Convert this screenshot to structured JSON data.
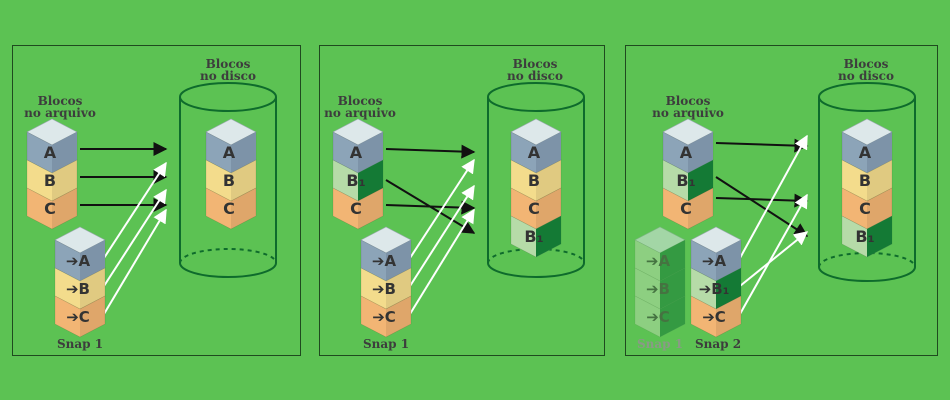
{
  "colors": {
    "background": "#5cc253",
    "top_light": "#dde8ea",
    "side_dark": "#7d93a8",
    "block_a": "#8ca4b8",
    "block_b": "#f3dc8c",
    "block_c": "#f2b574",
    "block_b1": "#b6dba8",
    "block_b1_dark": "#147a35",
    "cylinder": "#0e6b2c",
    "arrow_black": "#111111",
    "arrow_white": "#ffffff"
  },
  "labels": {
    "file_blocks_line1": "Blocos",
    "file_blocks_line2": "no arquivo",
    "disk_blocks_line1": "Blocos",
    "disk_blocks_line2": "no disco",
    "snap1": "Snap 1",
    "snap2": "Snap 2"
  },
  "blocks": {
    "a": "A",
    "b": "B",
    "c": "C",
    "b1": "B₁",
    "ref_a": "➔A",
    "ref_b": "➔B",
    "ref_c": "➔C",
    "ref_b1": "➔B₁"
  },
  "panels": [
    {
      "id": "panel-1",
      "file_stack": [
        "a",
        "b",
        "c"
      ],
      "disk_stack": [
        "a",
        "b",
        "c"
      ],
      "snapshots": [
        "snap1"
      ]
    },
    {
      "id": "panel-2",
      "file_stack": [
        "a",
        "b1",
        "c"
      ],
      "disk_stack": [
        "a",
        "b",
        "c",
        "b1"
      ],
      "snapshots": [
        "snap1"
      ]
    },
    {
      "id": "panel-3",
      "file_stack": [
        "a",
        "b1",
        "c"
      ],
      "disk_stack": [
        "a",
        "b",
        "c",
        "b1"
      ],
      "snapshots": [
        "snap1",
        "snap2"
      ]
    }
  ]
}
